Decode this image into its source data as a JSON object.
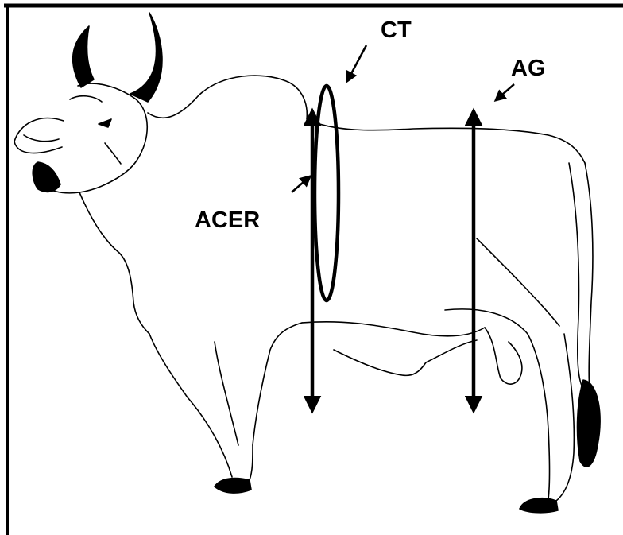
{
  "labels": {
    "ct": "CT",
    "ag": "AG",
    "acer": "ACER"
  },
  "colors": {
    "ink": "#000000",
    "background": "#ffffff"
  }
}
